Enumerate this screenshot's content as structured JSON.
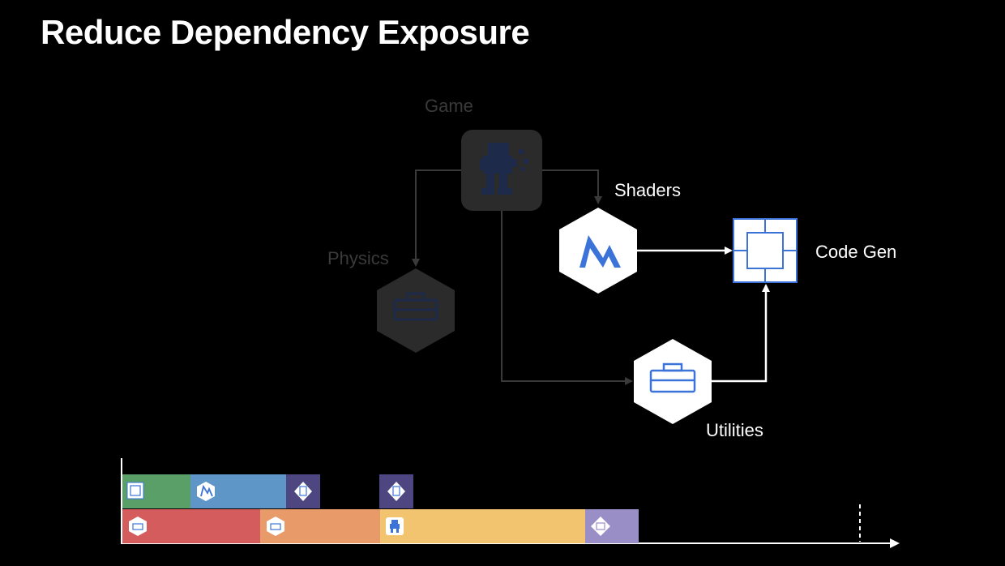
{
  "slide": {
    "title": "Reduce Dependency Exposure"
  },
  "nodes": {
    "game": {
      "label": "Game",
      "icon": "pixel-robot-icon",
      "state": "dimmed"
    },
    "physics": {
      "label": "Physics",
      "icon": "toolbox-icon",
      "state": "dimmed"
    },
    "shaders": {
      "label": "Shaders",
      "icon": "metal-m-icon",
      "state": "active"
    },
    "code_gen": {
      "label": "Code Gen",
      "icon": "grid-square-icon",
      "state": "active"
    },
    "utilities": {
      "label": "Utilities",
      "icon": "toolbox-icon",
      "state": "active"
    }
  },
  "colors": {
    "background": "#000000",
    "active_fill": "#ffffff",
    "icon_blue": "#3b73d9",
    "dim_fill": "#2b2b2b",
    "dim_stroke": "#3a3a3a",
    "timeline_green": "#5a9e68",
    "timeline_blue": "#5e96c7",
    "timeline_purple": "#4d4680",
    "timeline_red": "#d45c5c",
    "timeline_orange": "#e89a68",
    "timeline_yellow": "#f2c46f",
    "timeline_lavender": "#9a8ec7"
  },
  "timeline": {
    "top_row": [
      {
        "name": "code-gen",
        "icon": "grid-square-icon",
        "color": "#5a9e68"
      },
      {
        "name": "shaders",
        "icon": "metal-m-icon",
        "color": "#5e96c7"
      },
      {
        "name": "build-tool",
        "icon": "building-icon",
        "color": "#4d4680"
      },
      {
        "name": "build-tool-2",
        "icon": "building-icon",
        "color": "#4d4680"
      }
    ],
    "bottom_row": [
      {
        "name": "utilities",
        "icon": "toolbox-icon",
        "color": "#d45c5c"
      },
      {
        "name": "physics",
        "icon": "toolbox-icon",
        "color": "#e89a68"
      },
      {
        "name": "game",
        "icon": "pixel-robot-icon",
        "color": "#f2c46f"
      },
      {
        "name": "scene",
        "icon": "cube-3d-icon",
        "color": "#9a8ec7"
      }
    ]
  }
}
